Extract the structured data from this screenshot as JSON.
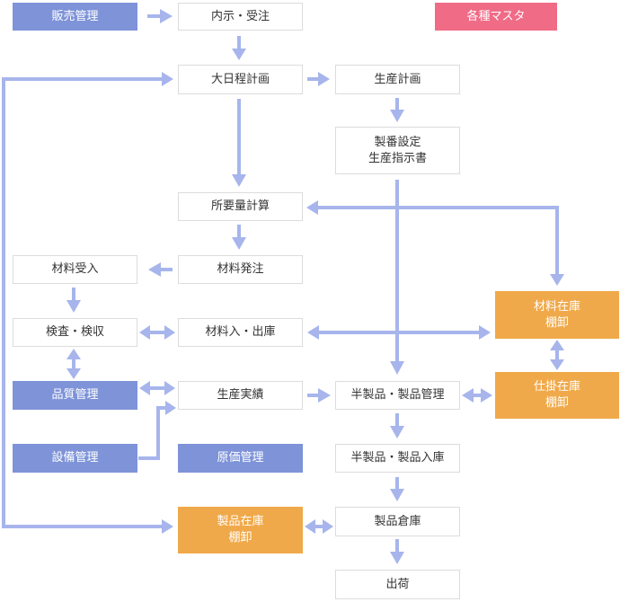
{
  "colors": {
    "management": "#7e93d8",
    "inventory": "#f0a94a",
    "master": "#ef6b86",
    "arrow": "#a7b5ec",
    "box_border": "#dcdcdc"
  },
  "nodes": {
    "sales_management": "販売管理",
    "order_receipt": "内示・受注",
    "master_data": "各種マスタ",
    "master_schedule": "大日程計画",
    "production_plan": "生産計画",
    "production_order": "製番設定\n生産指示書",
    "mrp": "所要量計算",
    "material_receiving": "材料受入",
    "material_ordering": "材料発注",
    "material_stock": "材料在庫\n棚卸",
    "inspection": "検査・検収",
    "material_in_out": "材料入・出庫",
    "quality_management": "品質管理",
    "production_results": "生産実績",
    "semi_product_management": "半製品・製品管理",
    "wip_stock": "仕掛在庫\n棚卸",
    "equipment_management": "設備管理",
    "cost_management": "原価管理",
    "semi_product_warehousing": "半製品・製品入庫",
    "product_stock": "製品在庫\n棚卸",
    "product_warehouse": "製品倉庫",
    "shipping": "出荷"
  }
}
